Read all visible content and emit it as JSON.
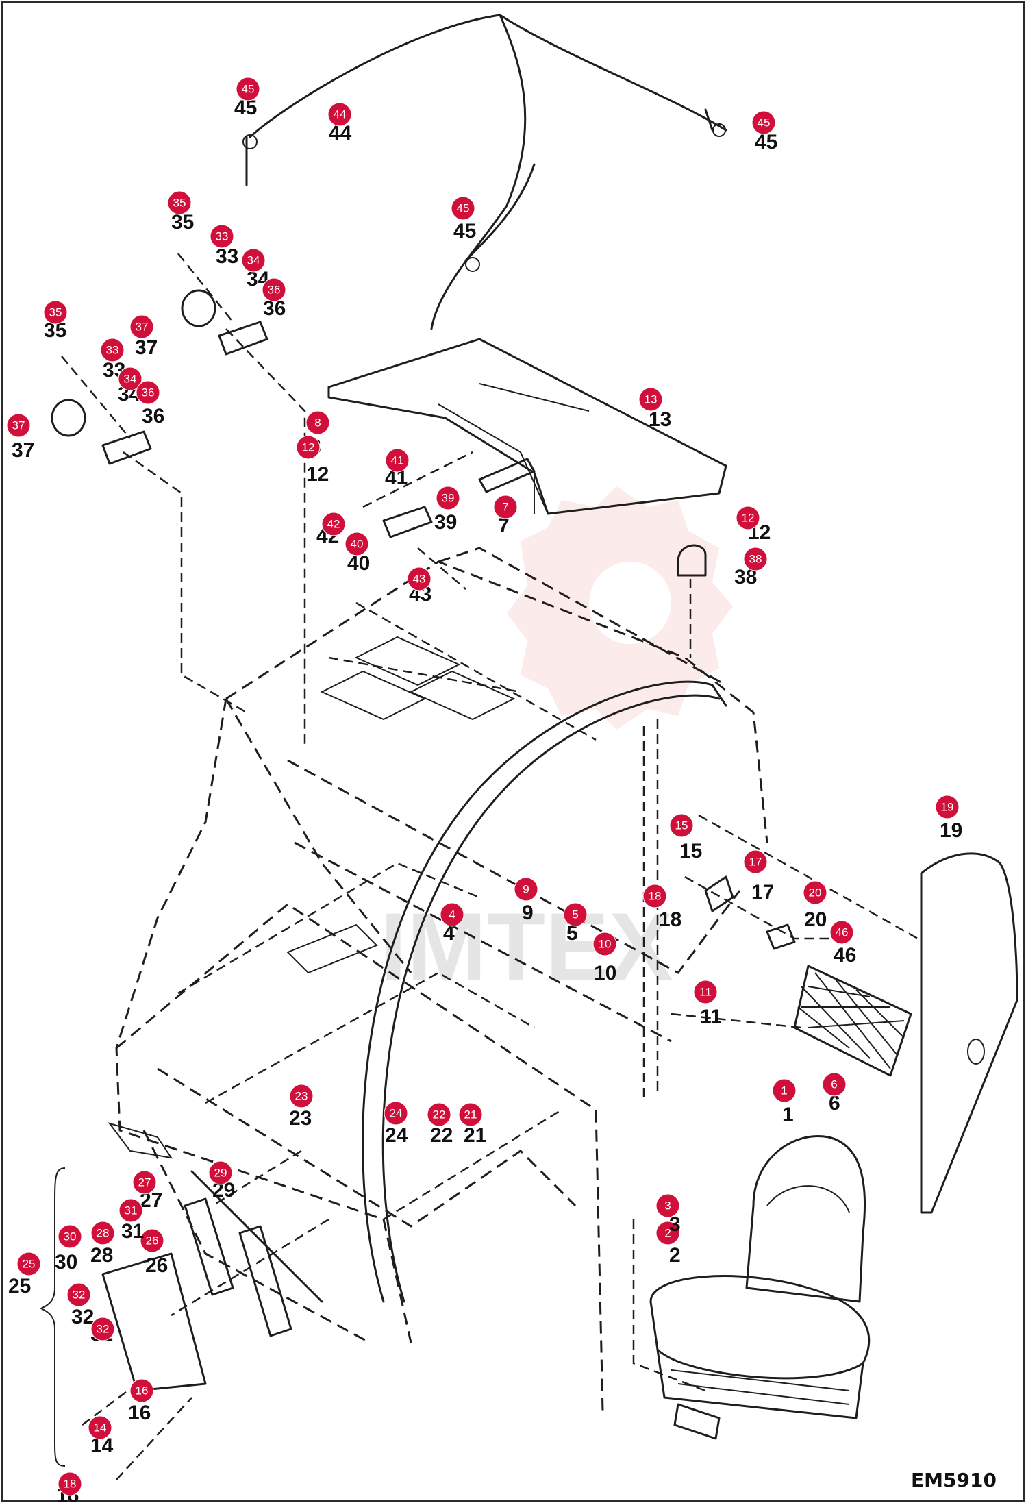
{
  "diagram_code": "EM5910",
  "watermark_text": "IMTEX",
  "badge_color": "#d0103a",
  "callouts": [
    {
      "id": "c1",
      "label": "1"
    },
    {
      "id": "c2",
      "label": "2"
    },
    {
      "id": "c3",
      "label": "3"
    },
    {
      "id": "c4",
      "label": "4"
    },
    {
      "id": "c5",
      "label": "5"
    },
    {
      "id": "c6",
      "label": "6"
    },
    {
      "id": "c7",
      "label": "7"
    },
    {
      "id": "c8",
      "label": "8"
    },
    {
      "id": "c9",
      "label": "9"
    },
    {
      "id": "c10",
      "label": "10"
    },
    {
      "id": "c11",
      "label": "11"
    },
    {
      "id": "c12a",
      "label": "12"
    },
    {
      "id": "c12b",
      "label": "12"
    },
    {
      "id": "c13",
      "label": "13"
    },
    {
      "id": "c14",
      "label": "14"
    },
    {
      "id": "c15",
      "label": "15"
    },
    {
      "id": "c16",
      "label": "16"
    },
    {
      "id": "c17",
      "label": "17"
    },
    {
      "id": "c18a",
      "label": "18"
    },
    {
      "id": "c18b",
      "label": "18"
    },
    {
      "id": "c19",
      "label": "19"
    },
    {
      "id": "c20",
      "label": "20"
    },
    {
      "id": "c21",
      "label": "21"
    },
    {
      "id": "c22",
      "label": "22"
    },
    {
      "id": "c23",
      "label": "23"
    },
    {
      "id": "c24",
      "label": "24"
    },
    {
      "id": "c25",
      "label": "25"
    },
    {
      "id": "c26",
      "label": "26"
    },
    {
      "id": "c27",
      "label": "27"
    },
    {
      "id": "c28",
      "label": "28"
    },
    {
      "id": "c29",
      "label": "29"
    },
    {
      "id": "c30",
      "label": "30"
    },
    {
      "id": "c31",
      "label": "31"
    },
    {
      "id": "c32a",
      "label": "32"
    },
    {
      "id": "c32b",
      "label": "32"
    },
    {
      "id": "c33a",
      "label": "33"
    },
    {
      "id": "c33b",
      "label": "33"
    },
    {
      "id": "c34a",
      "label": "34"
    },
    {
      "id": "c34b",
      "label": "34"
    },
    {
      "id": "c35a",
      "label": "35"
    },
    {
      "id": "c35b",
      "label": "35"
    },
    {
      "id": "c36a",
      "label": "36"
    },
    {
      "id": "c36b",
      "label": "36"
    },
    {
      "id": "c37a",
      "label": "37"
    },
    {
      "id": "c37b",
      "label": "37"
    },
    {
      "id": "c38",
      "label": "38"
    },
    {
      "id": "c39",
      "label": "39"
    },
    {
      "id": "c40",
      "label": "40"
    },
    {
      "id": "c41",
      "label": "41"
    },
    {
      "id": "c42",
      "label": "42"
    },
    {
      "id": "c43",
      "label": "43"
    },
    {
      "id": "c44",
      "label": "44"
    },
    {
      "id": "c45a",
      "label": "45"
    },
    {
      "id": "c45b",
      "label": "45"
    },
    {
      "id": "c45c",
      "label": "45"
    },
    {
      "id": "c46",
      "label": "46"
    }
  ]
}
